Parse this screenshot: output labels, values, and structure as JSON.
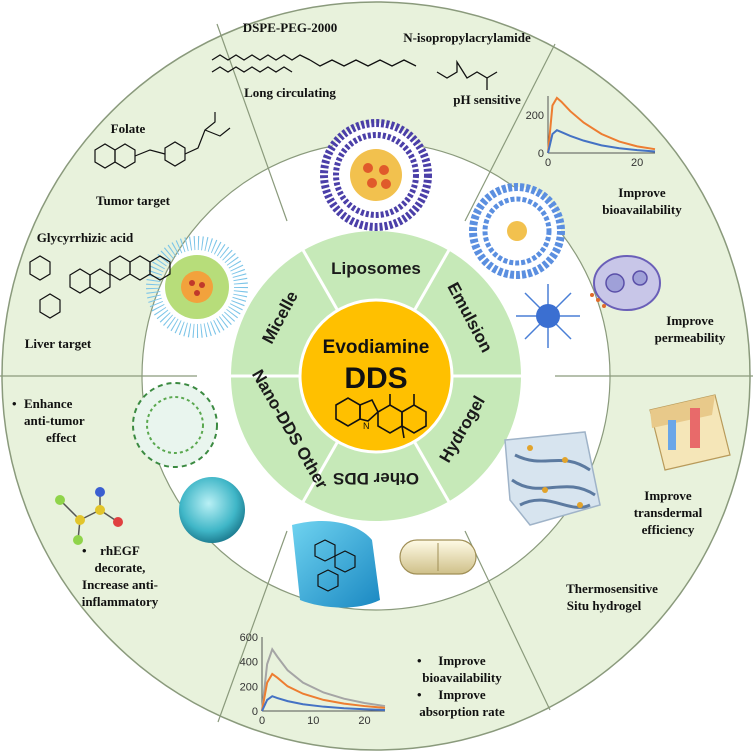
{
  "center": {
    "title": "Evodiamine",
    "subtitle": "DDS"
  },
  "segments": [
    "Liposomes",
    "Emulsion",
    "Hydrogel",
    "Other DDS",
    "Nano-DDS Other",
    "Micelle"
  ],
  "outer_labels": {
    "dspe": "DSPE-PEG-2000",
    "nipam": "N-isopropylacrylamide",
    "long_circ": "Long circulating",
    "ph": "pH sensitive",
    "folate": "Folate",
    "tumor": "Tumor target",
    "glyc": "Glycyrrhizic acid",
    "liver": "Liver target",
    "bioavail_1": "Improve",
    "bioavail_2": "bioavailability",
    "perm_1": "Improve",
    "perm_2": "permeability",
    "trans_1": "Improve",
    "trans_2": "transdermal",
    "trans_3": "efficiency",
    "thermo_1": "Thermosensitive",
    "thermo_2": "Situ hydrogel",
    "bottom_1": "Improve",
    "bottom_2": "bioavailability",
    "bottom_3": "Improve",
    "bottom_4": "absorption rate",
    "enh_1": "Enhance",
    "enh_2": "anti-tumor",
    "enh_3": "effect",
    "rh_1": "rhEGF",
    "rh_2": "decorate,",
    "rh_3": "Increase anti-",
    "rh_4": "inflammatory",
    "bullet": "•"
  },
  "chart_data": [
    {
      "type": "line",
      "xlim": [
        0,
        24
      ],
      "ylim": [
        0,
        300
      ],
      "xticks": [
        0,
        20
      ],
      "yticks": [
        0,
        200
      ],
      "series": [
        {
          "color": "#ed7d31",
          "x": [
            0,
            1,
            2,
            3,
            5,
            8,
            12,
            16,
            20,
            24
          ],
          "y": [
            0,
            250,
            290,
            270,
            220,
            160,
            100,
            60,
            35,
            20
          ]
        },
        {
          "color": "#4472c4",
          "x": [
            0,
            1,
            2,
            3,
            5,
            8,
            12,
            16,
            20,
            24
          ],
          "y": [
            0,
            100,
            120,
            110,
            90,
            65,
            40,
            25,
            15,
            8
          ]
        }
      ]
    },
    {
      "type": "line",
      "xlim": [
        0,
        24
      ],
      "ylim": [
        0,
        600
      ],
      "xticks": [
        0,
        10,
        20
      ],
      "yticks": [
        0,
        200,
        400,
        600
      ],
      "series": [
        {
          "color": "#a5a5a5",
          "x": [
            0,
            1,
            2,
            3,
            5,
            8,
            12,
            16,
            20,
            24
          ],
          "y": [
            0,
            380,
            500,
            440,
            330,
            230,
            150,
            100,
            65,
            40
          ]
        },
        {
          "color": "#ed7d31",
          "x": [
            0,
            1,
            2,
            3,
            5,
            8,
            12,
            16,
            20,
            24
          ],
          "y": [
            0,
            230,
            300,
            270,
            200,
            140,
            90,
            60,
            40,
            25
          ]
        },
        {
          "color": "#4472c4",
          "x": [
            0,
            1,
            2,
            3,
            5,
            8,
            12,
            16,
            20,
            24
          ],
          "y": [
            0,
            90,
            120,
            105,
            80,
            55,
            35,
            22,
            14,
            8
          ]
        }
      ]
    }
  ]
}
